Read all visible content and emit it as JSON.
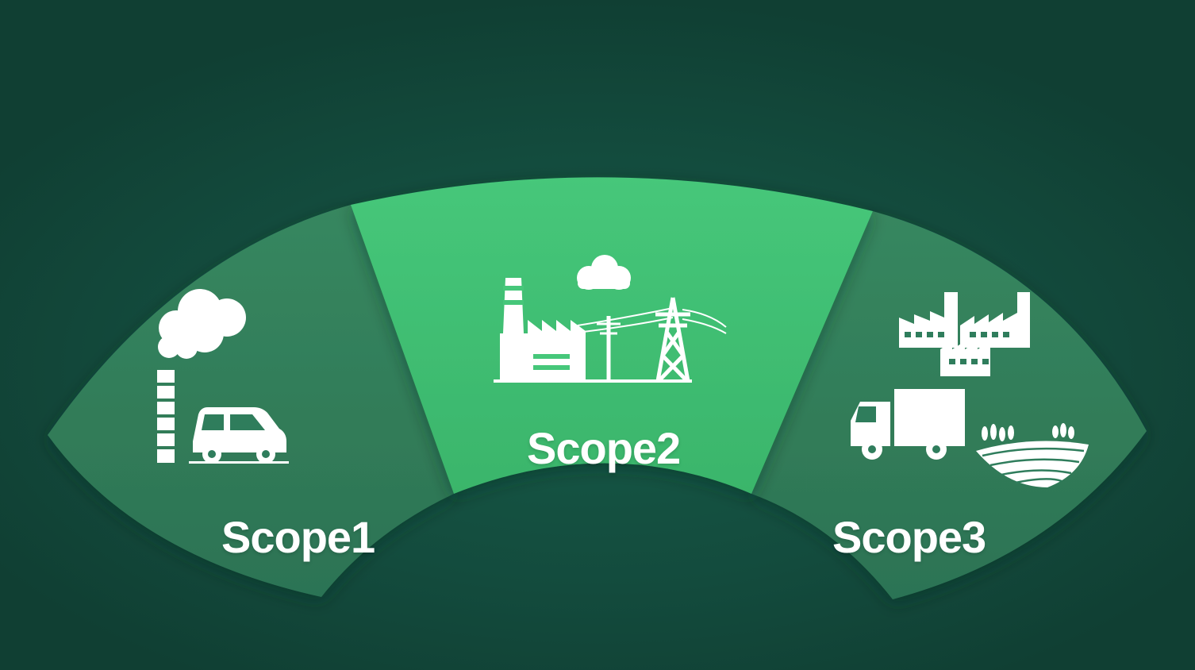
{
  "segments": [
    {
      "id": "scope1",
      "label": "Scope1",
      "icons": [
        "smokestack-icon",
        "cloud-icon",
        "car-icon"
      ]
    },
    {
      "id": "scope2",
      "label": "Scope2",
      "icons": [
        "power-plant-icon",
        "cloud-icon",
        "power-line-icon",
        "transmission-tower-icon"
      ]
    },
    {
      "id": "scope3",
      "label": "Scope3",
      "icons": [
        "factory-icon",
        "truck-icon",
        "farmland-icon"
      ]
    }
  ],
  "colors": {
    "background": "#124a3c",
    "segment_side": "#2f7d5c",
    "segment_center": "#3fbf72",
    "icon": "#ffffff",
    "text": "#ffffff"
  }
}
